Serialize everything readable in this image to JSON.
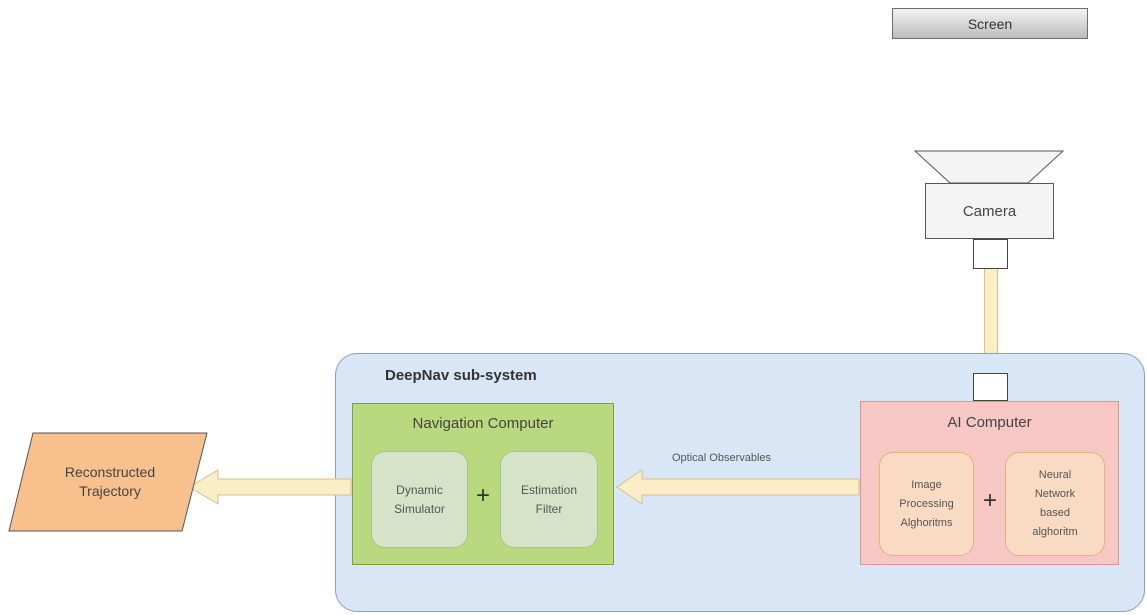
{
  "screen": {
    "label": "Screen"
  },
  "camera": {
    "label": "Camera"
  },
  "subsystem": {
    "title": "DeepNav sub-system"
  },
  "navigation_computer": {
    "title": "Navigation Computer",
    "components": [
      {
        "line1": "Dynamic",
        "line2": "Simulator"
      },
      {
        "line1": "Estimation",
        "line2": "Filter"
      }
    ],
    "operator": "+"
  },
  "ai_computer": {
    "title": "AI Computer",
    "components": [
      {
        "line1": "Image",
        "line2": "Processing",
        "line3": "Alghoritms"
      },
      {
        "line1": "Neural",
        "line2": "Network",
        "line3": "based",
        "line4": "alghoritm"
      }
    ],
    "operator": "+"
  },
  "edge": {
    "label": "Optical Observables"
  },
  "output": {
    "line1": "Reconstructed",
    "line2": "Trajectory"
  },
  "colors": {
    "subsystem_fill": "#d9e6f6",
    "nav_fill": "#b9d97f",
    "ai_fill": "#f7c7c4",
    "arrow_fill": "#fbedc6",
    "output_fill": "#f7c08d"
  }
}
